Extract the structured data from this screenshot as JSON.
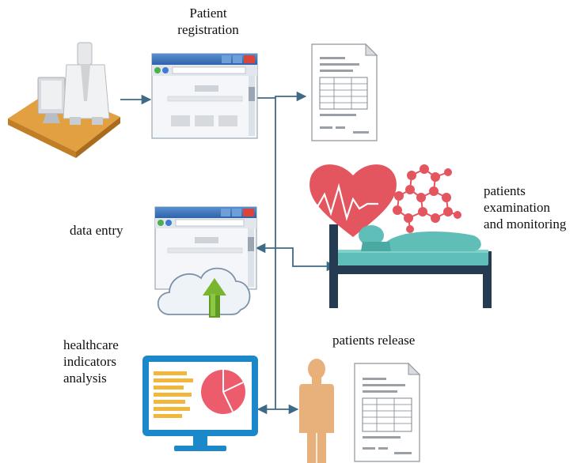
{
  "labels": {
    "registration": [
      "Patient",
      "registration"
    ],
    "data_entry": [
      "data entry"
    ],
    "examination": [
      "patients",
      "examination",
      "and monitoring"
    ],
    "release": [
      "patients release"
    ],
    "analysis": [
      "healthcare",
      "indicators",
      "analysis"
    ]
  },
  "colors": {
    "line": "#3e6a86",
    "heart": "#e4565f",
    "molecule": "#e4565f",
    "bed": "#243b52",
    "patient": "#5fbfb8",
    "person": "#e8b07a",
    "monitor": "#1a88c9",
    "pie": "#ec5c6c",
    "bars": "#f2b63c",
    "cloud_arrow": "#79b52e",
    "desk": "#e3a040"
  },
  "icons": {
    "doctor": "doctor-at-desk-icon",
    "registration": "browser-window-icon",
    "document_top": "document-form-icon",
    "data_entry": "browser-window-icon",
    "cloud": "cloud-upload-icon",
    "heart": "heart-pulse-icon",
    "molecule": "molecule-icon",
    "bed": "hospital-bed-icon",
    "monitor": "analytics-monitor-icon",
    "person": "person-icon",
    "document_bottom": "document-form-icon"
  }
}
